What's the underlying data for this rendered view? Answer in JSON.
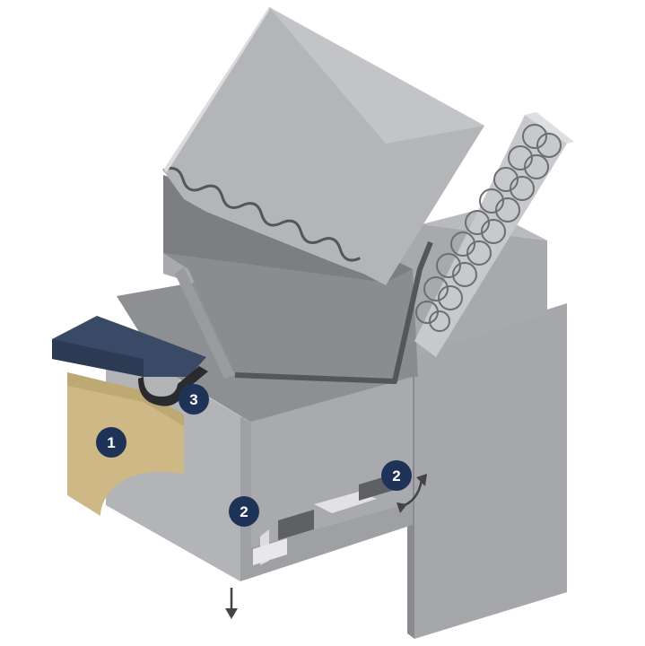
{
  "callouts": [
    {
      "label": "1"
    },
    {
      "label": "2"
    },
    {
      "label": "2"
    },
    {
      "label": "3"
    }
  ],
  "colors": {
    "background": "#ffffff",
    "badge": "#1f3358",
    "badge_text": "#ffffff",
    "cap_blue": "#3a4a66",
    "timber": "#c9b47e",
    "metal_light": "#b5b6b9",
    "metal_mid": "#9c9da0",
    "metal_dark": "#7c7d80",
    "arrow": "#444444"
  },
  "icons": {
    "down_arrow": "arrow-down-icon",
    "movement": "curved-double-arrow-icon"
  }
}
